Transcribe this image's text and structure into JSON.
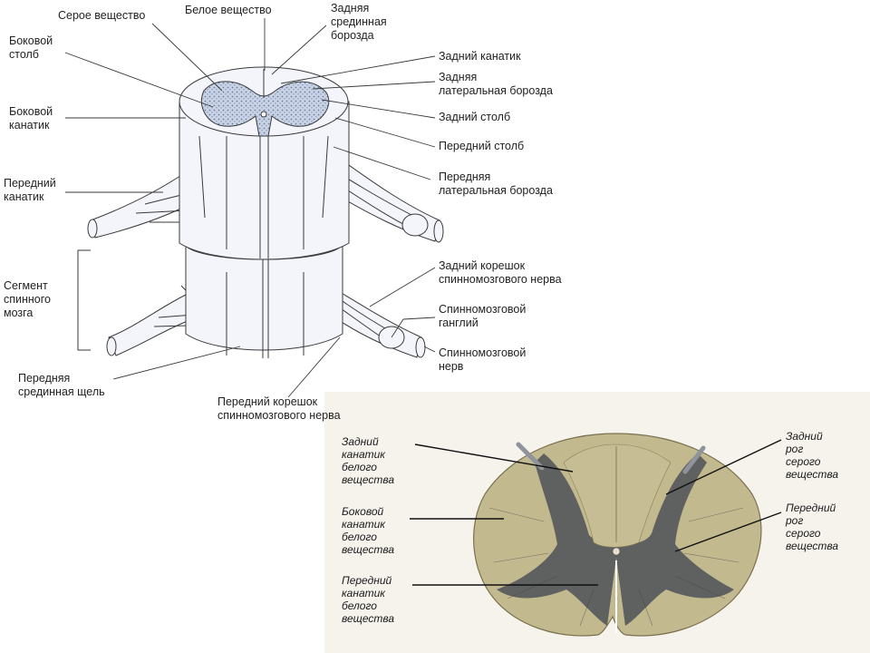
{
  "diagram_top": {
    "labels": {
      "gray_matter": "Серое вещество",
      "white_matter": "Белое вещество",
      "posterior_median_sulcus_1": "Задняя",
      "posterior_median_sulcus_2": "срединная",
      "posterior_median_sulcus_3": "борозда",
      "lateral_column_1": "Боковой",
      "lateral_column_2": "столб",
      "lateral_funiculus_1": "Боковой",
      "lateral_funiculus_2": "канатик",
      "anterior_funiculus_1": "Передний",
      "anterior_funiculus_2": "канатик",
      "segment_1": "Сегмент",
      "segment_2": "спинного",
      "segment_3": "мозга",
      "anterior_median_fissure_1": "Передняя",
      "anterior_median_fissure_2": "срединная щель",
      "anterior_root_1": "Передний корешок",
      "anterior_root_2": "спинномозгового нерва",
      "posterior_funiculus": "Задний канатик",
      "posterior_lateral_sulcus_1": "Задняя",
      "posterior_lateral_sulcus_2": "латеральная борозда",
      "posterior_column": "Задний столб",
      "anterior_column": "Передний столб",
      "anterior_lateral_sulcus_1": "Передняя",
      "anterior_lateral_sulcus_2": "латеральная борозда",
      "posterior_root_1": "Задний корешок",
      "posterior_root_2": "спинномозгового нерва",
      "spinal_ganglion_1": "Спинномозговой",
      "spinal_ganglion_2": "ганглий",
      "spinal_nerve_1": "Спинномозговой",
      "spinal_nerve_2": "нерв"
    }
  },
  "diagram_bottom": {
    "labels": {
      "posterior_funiculus": [
        "Задний",
        "канатик",
        "белого",
        "вещества"
      ],
      "lateral_funiculus": [
        "Боковой",
        "канатик",
        "белого",
        "вещества"
      ],
      "anterior_funiculus": [
        "Передний",
        "канатик",
        "белого",
        "вещества"
      ],
      "posterior_horn": [
        "Задний",
        "рог",
        "серого",
        "вещества"
      ],
      "anterior_horn": [
        "Передний",
        "рог",
        "серого",
        "вещества"
      ]
    }
  },
  "colors": {
    "line": "#3a3a3a",
    "cord_fill": "#f3f5fb",
    "gray_matter_fill": "#b9c6dd",
    "section_tan": "#c2b98f",
    "section_dark": "#4e5058"
  }
}
